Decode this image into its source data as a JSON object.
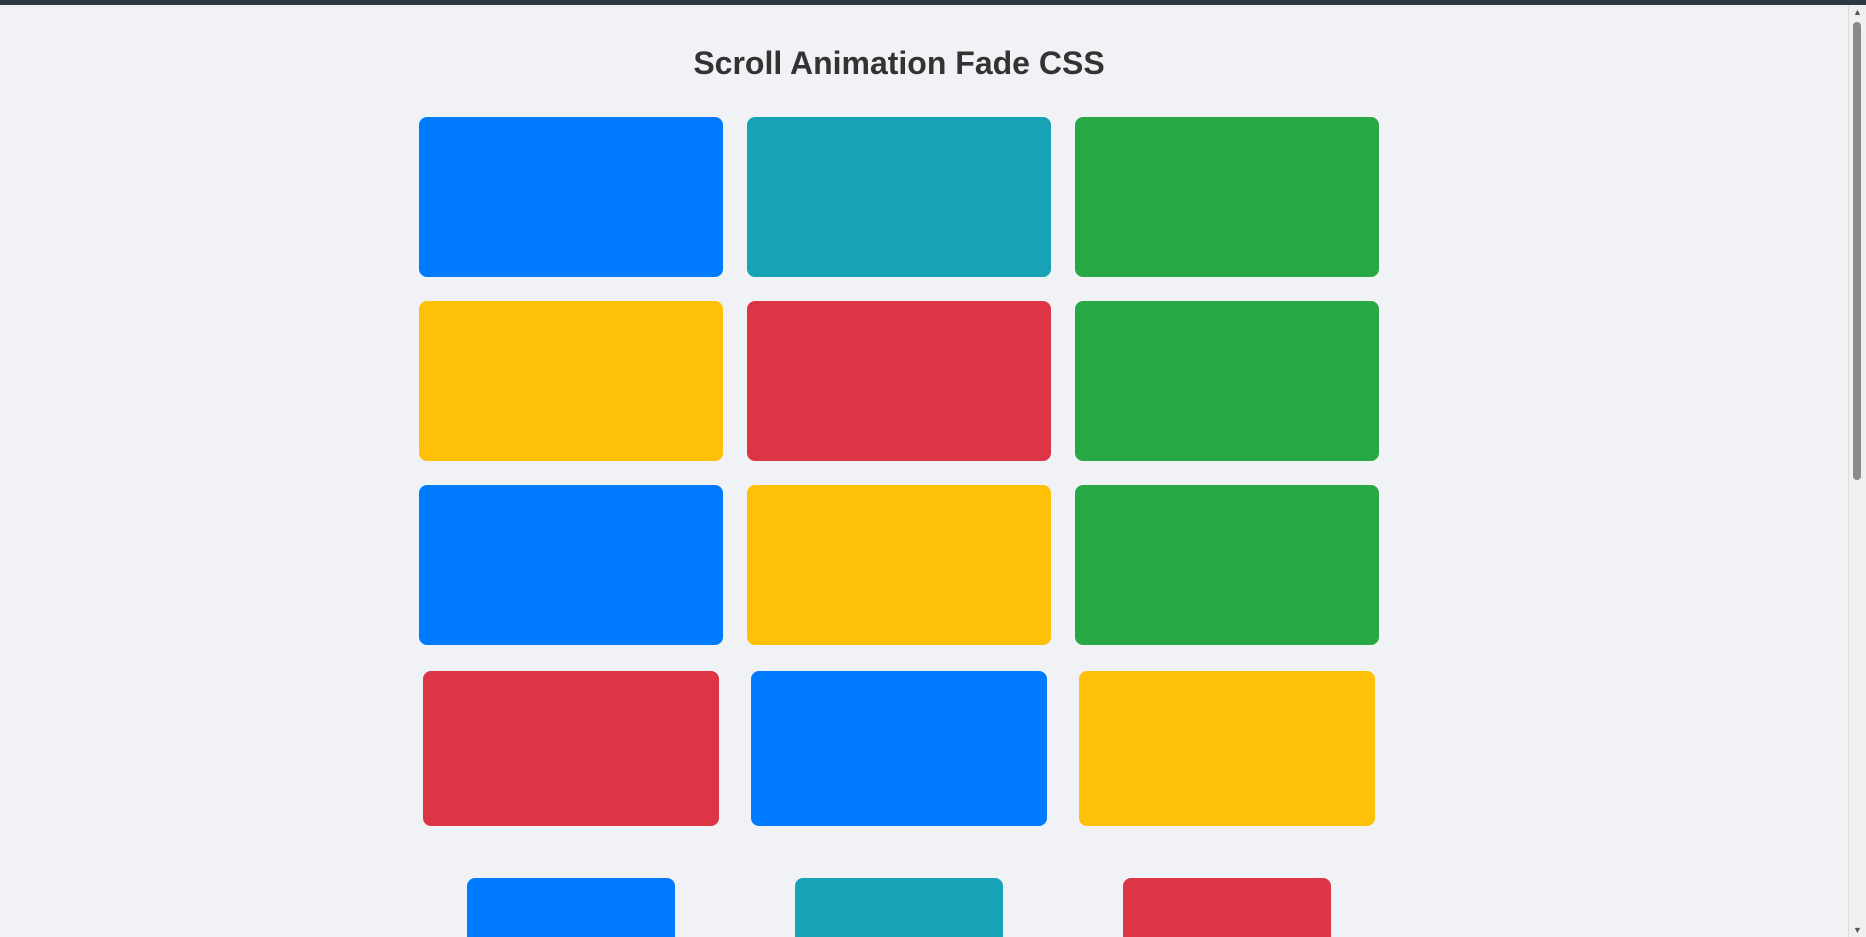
{
  "page": {
    "title": "Scroll Animation Fade CSS"
  },
  "colors": {
    "blue": "#007bff",
    "teal": "#17a2b8",
    "green": "#28a745",
    "yellow": "#ffc107",
    "red": "#dc3545"
  },
  "boxes": [
    {
      "name": "box-1",
      "color": "blue"
    },
    {
      "name": "box-2",
      "color": "teal"
    },
    {
      "name": "box-3",
      "color": "green"
    },
    {
      "name": "box-4",
      "color": "yellow"
    },
    {
      "name": "box-5",
      "color": "red"
    },
    {
      "name": "box-6",
      "color": "green"
    },
    {
      "name": "box-7",
      "color": "blue"
    },
    {
      "name": "box-8",
      "color": "yellow"
    },
    {
      "name": "box-9",
      "color": "green"
    },
    {
      "name": "box-10",
      "color": "red"
    },
    {
      "name": "box-11",
      "color": "blue"
    },
    {
      "name": "box-12",
      "color": "yellow"
    },
    {
      "name": "box-13",
      "color": "blue"
    },
    {
      "name": "box-14",
      "color": "teal"
    },
    {
      "name": "box-15",
      "color": "red"
    }
  ],
  "scrollbar": {
    "up_arrow": "▲",
    "down_arrow": "▼"
  }
}
